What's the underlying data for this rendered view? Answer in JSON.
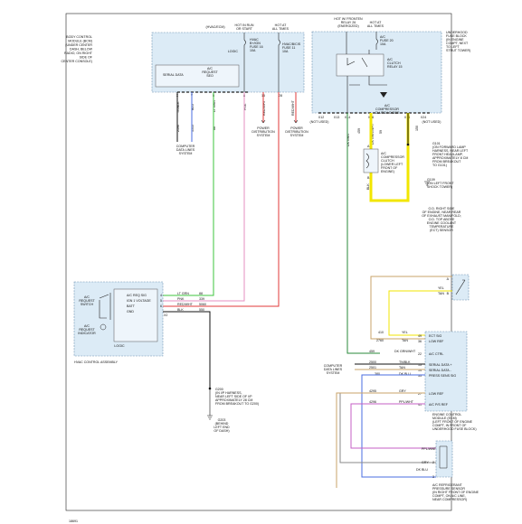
{
  "footer_code": "18691",
  "bcm": {
    "title": [
      "BODY CONTROL",
      "MODULE (BCM)",
      "(UNDER CENTER",
      "DASH, BELOW",
      "RADIO, ON RIGHT",
      "SIDE OF",
      "CENTER CONSOLE)"
    ],
    "fuse1": [
      "HOT IN RUN",
      "OR START"
    ],
    "fuse1_cap": [
      "HVAC",
      "B+/IGN",
      "FUSE 16",
      "10A"
    ],
    "fuse2": [
      "HOT AT",
      "ALL TIMES"
    ],
    "fuse2_cap": [
      "HVAC/B/CIS",
      "FUSE 11",
      "10A"
    ],
    "hot_label": "(HVAC/ECM)",
    "logic": "LOGIC",
    "serial": "SERIAL DATA",
    "req": [
      "A/C",
      "REQUEST",
      "SEO"
    ],
    "pins": [
      "X",
      "Y",
      "5",
      "8",
      "15",
      "28"
    ],
    "wires": [
      "TN/BLK",
      "BLU",
      "LT GRN",
      "PNK",
      "RED/WHT",
      "RED/WHT"
    ],
    "circuits": [
      "2196",
      "1515",
      "88",
      "339",
      "5060",
      "5060"
    ],
    "to_cdus": [
      "COMPUTER",
      "DATA LINES",
      "SYSTEM"
    ],
    "pds1": [
      "POWER",
      "DISTRIBUTION",
      "SYSTEM"
    ],
    "pds2": [
      "POWER",
      "DISTRIBUTION",
      "SYSTEM"
    ]
  },
  "ufb": {
    "title": [
      "UNDERHOOD",
      "FUSE BLOCK",
      "(IN ENGINE",
      "COMPT, NEXT",
      "TO LEFT",
      "STRUT TOWER)"
    ],
    "hot1": [
      "HOT W/ FRONTEN",
      "RELAY 26",
      "(ENERGIZED)"
    ],
    "hot2": [
      "HOT AT",
      "ALL TIMES"
    ],
    "fuse": [
      "A/C",
      "FUSE 20",
      "10A"
    ],
    "relay": [
      "A/C",
      "CLUTCH",
      "RELAY 15"
    ],
    "diode": [
      "A/C",
      "COMPRESSOR",
      "CLUTCH DIODE"
    ],
    "pins": [
      "X12",
      "X13",
      "X14",
      "X16",
      "X23",
      "X24"
    ],
    "notused": [
      "(NOT USED)",
      "(NOT USED)"
    ],
    "wires": [
      "DK GRN",
      "DK GRN/WHT",
      "BLK"
    ],
    "circuits": [
      "459",
      "59",
      "150"
    ]
  },
  "clutch": {
    "title": [
      "A/C",
      "COMPRESSOR",
      "CLUTCH",
      "(LOWER LEFT",
      "FRONT OF",
      "ENGINE)"
    ],
    "g101": [
      "G101",
      "(ON FORWARD LAMP",
      "HARNESS, NEAR LEFT",
      "FRONT HEADLAMP,",
      "APPROXIMATELY 8 CM",
      "FROM BREAKOUT",
      "TO G101)"
    ],
    "g109": [
      "G109",
      "(ON LEFT FRONT",
      "SHOCK TOWER)"
    ],
    "pins": [
      "A",
      "B"
    ],
    "wire": "BLK"
  },
  "ect": {
    "title": [
      "O.D. RIGHT SIDE",
      "OF ENGINE, NEAR REAR",
      "OF EXHAUST MANIFOLD;",
      "O.D. TOP ABOVE",
      "ENGINE COOLANT",
      "TEMPERATURE",
      "(ECT) SENSOR"
    ],
    "wires": [
      "YEL",
      "TAN"
    ],
    "pins": [
      "A",
      "B"
    ]
  },
  "hvac": {
    "title": "HVAC CONTROL ASSEMBLY",
    "sw": [
      "A/C",
      "REQUEST",
      "SWITCH"
    ],
    "ind": [
      "A/C",
      "REQUEST",
      "INDICATOR"
    ],
    "logic": "LOGIC",
    "rows": [
      {
        "label": "A/C REQ SIG",
        "pin": "4",
        "wire": "LT GRN",
        "ckt": "88"
      },
      {
        "label": "IGN 1 VOLTAGE",
        "pin": "5",
        "wire": "PNK",
        "ckt": "339"
      },
      {
        "label": "BATT",
        "pin": "6",
        "wire": "RED/WHT",
        "ckt": "5060"
      },
      {
        "label": "GND",
        "pin": "X2",
        "wire": "BLK",
        "ckt": "550"
      }
    ]
  },
  "g200": [
    "G200",
    "(IN I/P HARNESS,",
    "NEAR LEFT SIDE OF I/P",
    "APPROXIMATELY 28 CM",
    "FROM BREAKOUT TO G200)"
  ],
  "g203": [
    "G203",
    "(BEHIND",
    "LEFT END",
    "OF DASH)"
  ],
  "ecm": {
    "title": [
      "ENGINE CONTROL",
      "MODULE (ECM)",
      "(LEFT FRONT OF ENGINE",
      "COMPT, IN FRONT OF",
      "UNDERHOOD FUSE BLOCK)"
    ],
    "rows": [
      {
        "label": "ECT SIG",
        "pin": "49",
        "wire": "YEL",
        "ckt": "410"
      },
      {
        "label": "LOW REF",
        "pin": "36",
        "wire": "TAN",
        "ckt": "2760"
      },
      {
        "label": "A/C CTRL",
        "pin": "22",
        "wire": "DK GRN/WHT",
        "ckt": "459"
      },
      {
        "label": "SERIAL DATA +",
        "pin": "15",
        "wire": "TN/BLK",
        "ckt": "2500"
      },
      {
        "label": "SERIAL DATA -",
        "pin": "14",
        "wire": "TAN",
        "ckt": "2501"
      },
      {
        "label": "PRESS SENS SIG",
        "pin": "33",
        "wire": "DK BLU",
        "ckt": "380"
      },
      {
        "label": "LOW REF",
        "pin": "27",
        "wire": "GRY",
        "ckt": "4295"
      },
      {
        "label": "A/C P/S REF",
        "pin": "41",
        "wire": "PPL/WHT",
        "ckt": "4296"
      }
    ],
    "to_cdus": [
      "COMPUTER",
      "DATA LINES",
      "SYSTEM"
    ]
  },
  "acp": {
    "title": [
      "A/C REFRIGERANT",
      "PRESSURE SENSOR",
      "(IN RIGHT FRONT OF ENGINE",
      "COMPT, ON A/C LINE,",
      "NEAR COMPRESSOR)"
    ],
    "rows": [
      {
        "wire": "PPL/WHT",
        "pin": "1"
      },
      {
        "wire": "GRY",
        "pin": "2"
      },
      {
        "wire": "DK BLU",
        "pin": "3"
      }
    ]
  },
  "colors": {
    "green": "#3cc43c",
    "pink": "#e58fc0",
    "red": "#e23a3a",
    "yellow": "#f2e600",
    "black": "#111111",
    "tan": "#c9a36a",
    "gray": "#8a8a8a",
    "purple": "#c55fc5",
    "blue": "#4a6ee0",
    "darkgreen": "#2a8a3a",
    "box": "#dcebf6"
  }
}
